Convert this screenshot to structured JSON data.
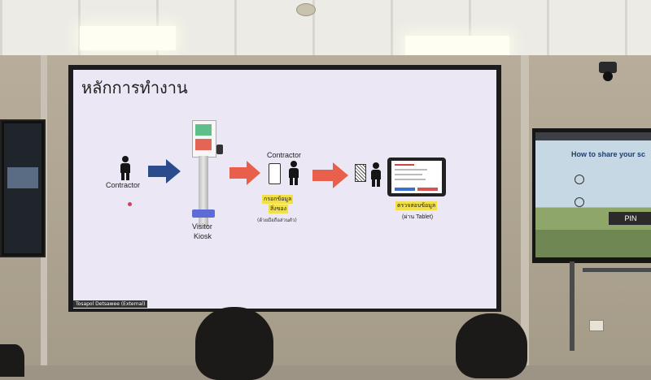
{
  "slide": {
    "title": "หลักการทำงาน",
    "contractor_left_label": "Contractor",
    "kiosk_label_line1": "Visitor",
    "kiosk_label_line2": "Kiosk",
    "contractor_mid_label": "Contractor",
    "fill_info_line1": "กรอกข้อมูล",
    "fill_info_line2": "สิ่งของ",
    "fill_info_note": "(ด้วยมือถือส่วนตัว)",
    "verify_info": "ตรวจสอบข้อมูล",
    "verify_note": "(ผ่าน Tablet)",
    "presenter": "Tosapol Detsawee (External)"
  },
  "right_monitor": {
    "heading": "How to share your sc",
    "pin_label": "PIN"
  },
  "colors": {
    "arrow_blue": "#2b4c8c",
    "arrow_red": "#e8604b",
    "highlight": "#f2e04b",
    "slide_bg": "#ece7f5"
  }
}
